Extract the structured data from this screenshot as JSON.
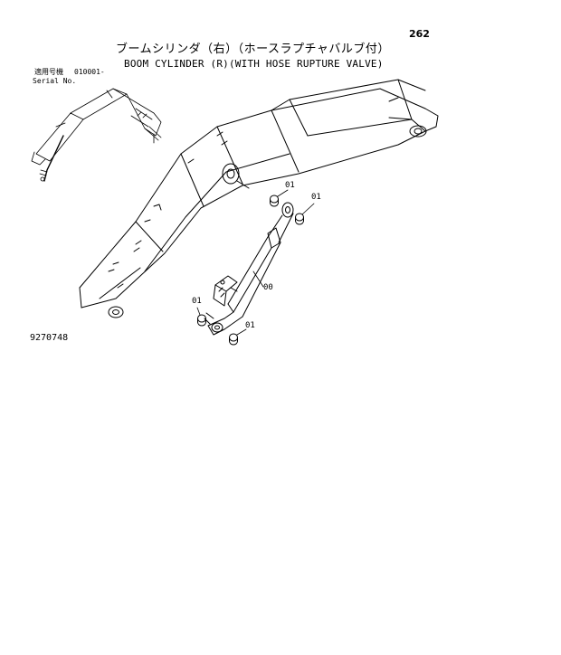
{
  "page_number": "262",
  "title_jp": "ブームシリンダ（右）（ホースラプチャバルブ付）",
  "title_en": "BOOM CYLINDER (R)(WITH HOSE RUPTURE VALVE)",
  "serial": {
    "label_jp": "適用号機",
    "value": "010001-",
    "label_en": "Serial No."
  },
  "figure_number": "9270748",
  "callouts": {
    "c1": "01",
    "c2": "01",
    "c3": "00",
    "c4": "01",
    "c5": "01"
  }
}
